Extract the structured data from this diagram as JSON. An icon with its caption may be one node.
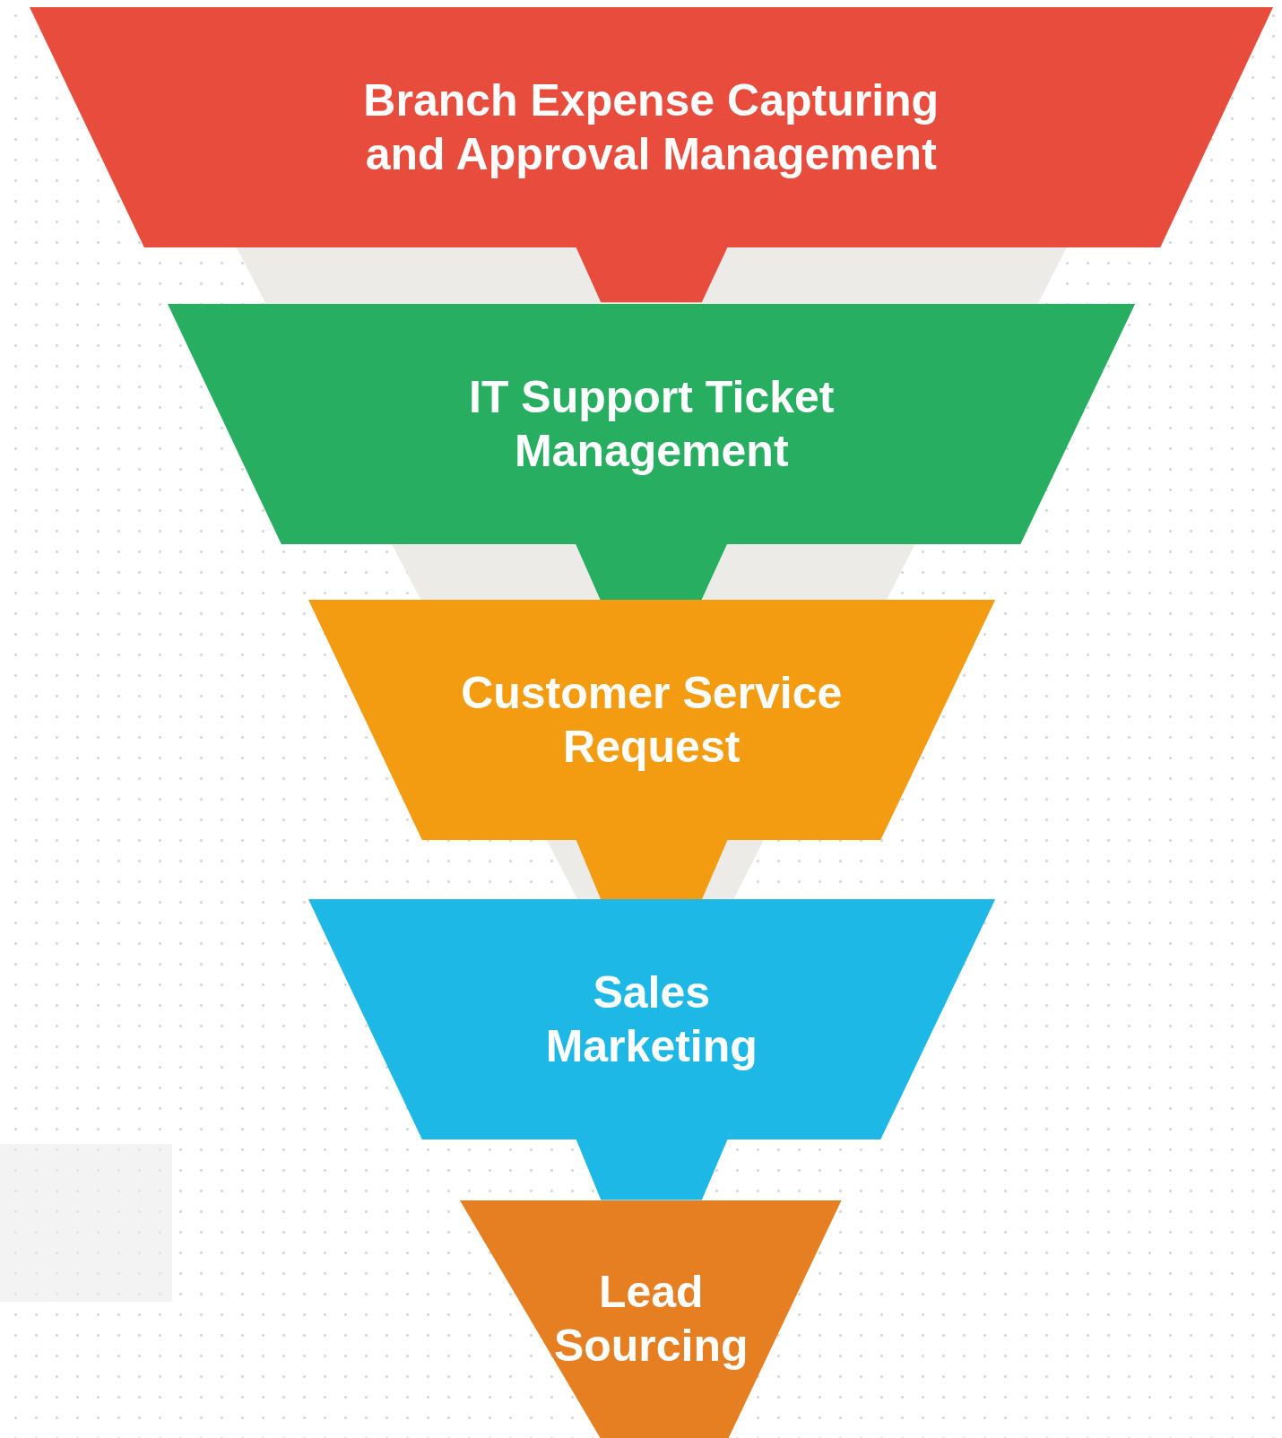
{
  "diagram": {
    "nodes": [
      {
        "text": [
          "Branch Expense Capturing and Approval Management"
        ]
      },
      {
        "text": [
          "IT Support Ticket Management"
        ]
      },
      {
        "text": [
          "Customer Service Request"
        ]
      },
      {
        "text": [
          "Sales Marketing"
        ]
      },
      {
        "text": [
          "Lead Sourcing"
        ]
      }
    ]
  }
}
